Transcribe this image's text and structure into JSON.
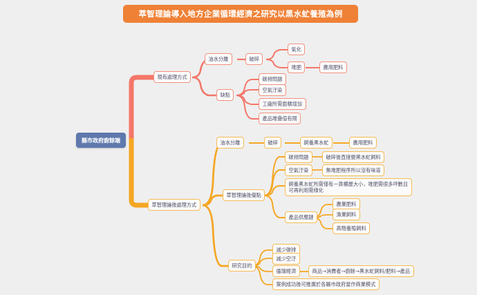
{
  "header": {
    "title": "萃智理論導入地方企業循環經濟之研究以黑水虻養殖為例",
    "accent_color": "#ef8136"
  },
  "colors": {
    "root": "#5f79ad",
    "branch_existing": "#f4776a",
    "branch_triz": "#f5a623",
    "background": "#efefef",
    "node_fill": "#fbfbfb",
    "text": "#4b4b63"
  },
  "mindmap": {
    "root": {
      "label": "縣市政府廚餘端"
    },
    "branches": [
      {
        "id": "existing",
        "label": "現有處理方式",
        "color": "#f4776a",
        "children": [
          {
            "label": "油水分離",
            "children": [
              {
                "label": "破碎",
                "children": [
                  {
                    "label": "氣化",
                    "children": []
                  },
                  {
                    "label": "堆肥",
                    "children": [
                      {
                        "label": "農用肥料"
                      }
                    ]
                  }
                ]
              }
            ]
          },
          {
            "label": "缺點",
            "children": [
              {
                "label": "碳排問題"
              },
              {
                "label": "空氣汙染"
              },
              {
                "label": "工廠所需面積增加"
              },
              {
                "label": "產品堆疊值有限"
              }
            ]
          }
        ]
      },
      {
        "id": "triz",
        "label": "萃智理論後處理方式",
        "color": "#f5a623",
        "children": [
          {
            "label": "油水分離",
            "children": [
              {
                "label": "破碎",
                "children": [
                  {
                    "label": "飼養黑水虻",
                    "children": [
                      {
                        "label": "農用肥料"
                      }
                    ]
                  }
                ]
              }
            ]
          },
          {
            "label": "萃智理論後優點",
            "children": [
              {
                "label": "碳排問題",
                "children": [
                  {
                    "label": "破碎後直接變黑水虻飼料"
                  }
                ]
              },
              {
                "label": "空氣汙染",
                "children": [
                  {
                    "label": "無堆肥程序所以沒有味道"
                  }
                ]
              },
              {
                "label": "飼養黑水虻所需僅有一貨櫃屋大小，堆肥需很多坪數且可再利用需綠化"
              },
              {
                "label": "產品供應鏈",
                "children": [
                  {
                    "label": "農業肥料"
                  },
                  {
                    "label": "漁業飼料"
                  },
                  {
                    "label": "高階養殖飼料"
                  }
                ]
              }
            ]
          },
          {
            "label": "研究目的",
            "children": [
              {
                "label": "減少碳排"
              },
              {
                "label": "減少空汙"
              },
              {
                "label": "循環經濟",
                "children": [
                  {
                    "label": "商品→消費者→廚餘→黑水虻飼料/肥料→產品"
                  }
                ]
              },
              {
                "label": "案例成功後可推廣於各縣市政府當作商業模式"
              }
            ]
          }
        ]
      }
    ]
  },
  "nodes": {
    "root": "縣市政府廚餘端",
    "e_root": "現有處理方式",
    "e_oil": "油水分離",
    "e_crush": "破碎",
    "e_gas": "氣化",
    "e_compost": "堆肥",
    "e_fert": "農用肥料",
    "e_cons": "缺點",
    "e_c1": "碳排問題",
    "e_c2": "空氣汙染",
    "e_c3": "工廠所需面積增加",
    "e_c4": "產品堆疊值有限",
    "t_root": "萃智理論後處理方式",
    "t_oil": "油水分離",
    "t_crush": "破碎",
    "t_bsf": "飼養黑水虻",
    "t_fert": "農用肥料",
    "t_pros": "萃智理論後優點",
    "t_p1": "碳排問題",
    "t_p1d": "破碎後直接變黑水虻飼料",
    "t_p2": "空氣汙染",
    "t_p2d": "無堆肥程序所以沒有味道",
    "t_p3": "飼養黑水虻所需僅有一貨櫃屋大小，堆肥需很多坪數且可再利用需綠化",
    "t_chain": "產品供應鏈",
    "t_ch1": "農業肥料",
    "t_ch2": "漁業飼料",
    "t_ch3": "高階養殖飼料",
    "t_goal": "研究目的",
    "t_g1": "減少碳排",
    "t_g2": "減少空汙",
    "t_g3": "循環經濟",
    "t_g3d": "商品→消費者→廚餘→黑水虻飼料/肥料→產品",
    "t_g4": "案例成功後可推廣於各縣市政府當作商業模式"
  }
}
